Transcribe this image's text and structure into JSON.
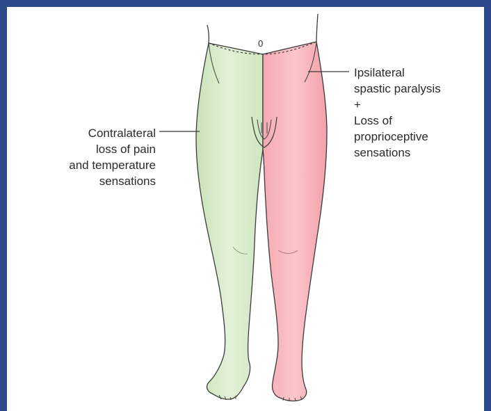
{
  "left_annotation": {
    "lines": [
      "Contralateral",
      "loss of pain",
      "and temperature",
      "sensations"
    ],
    "region_color": "#dbeccf"
  },
  "right_annotation": {
    "lines": [
      "Ipsilateral",
      "spastic paralysis",
      "+",
      "Loss of",
      "proprioceptive",
      "sensations"
    ],
    "region_color": "#f7b7bd"
  },
  "midline_mark": "0",
  "colors": {
    "frame_border": "#2c4a8c",
    "outline": "#3a3a3a"
  }
}
